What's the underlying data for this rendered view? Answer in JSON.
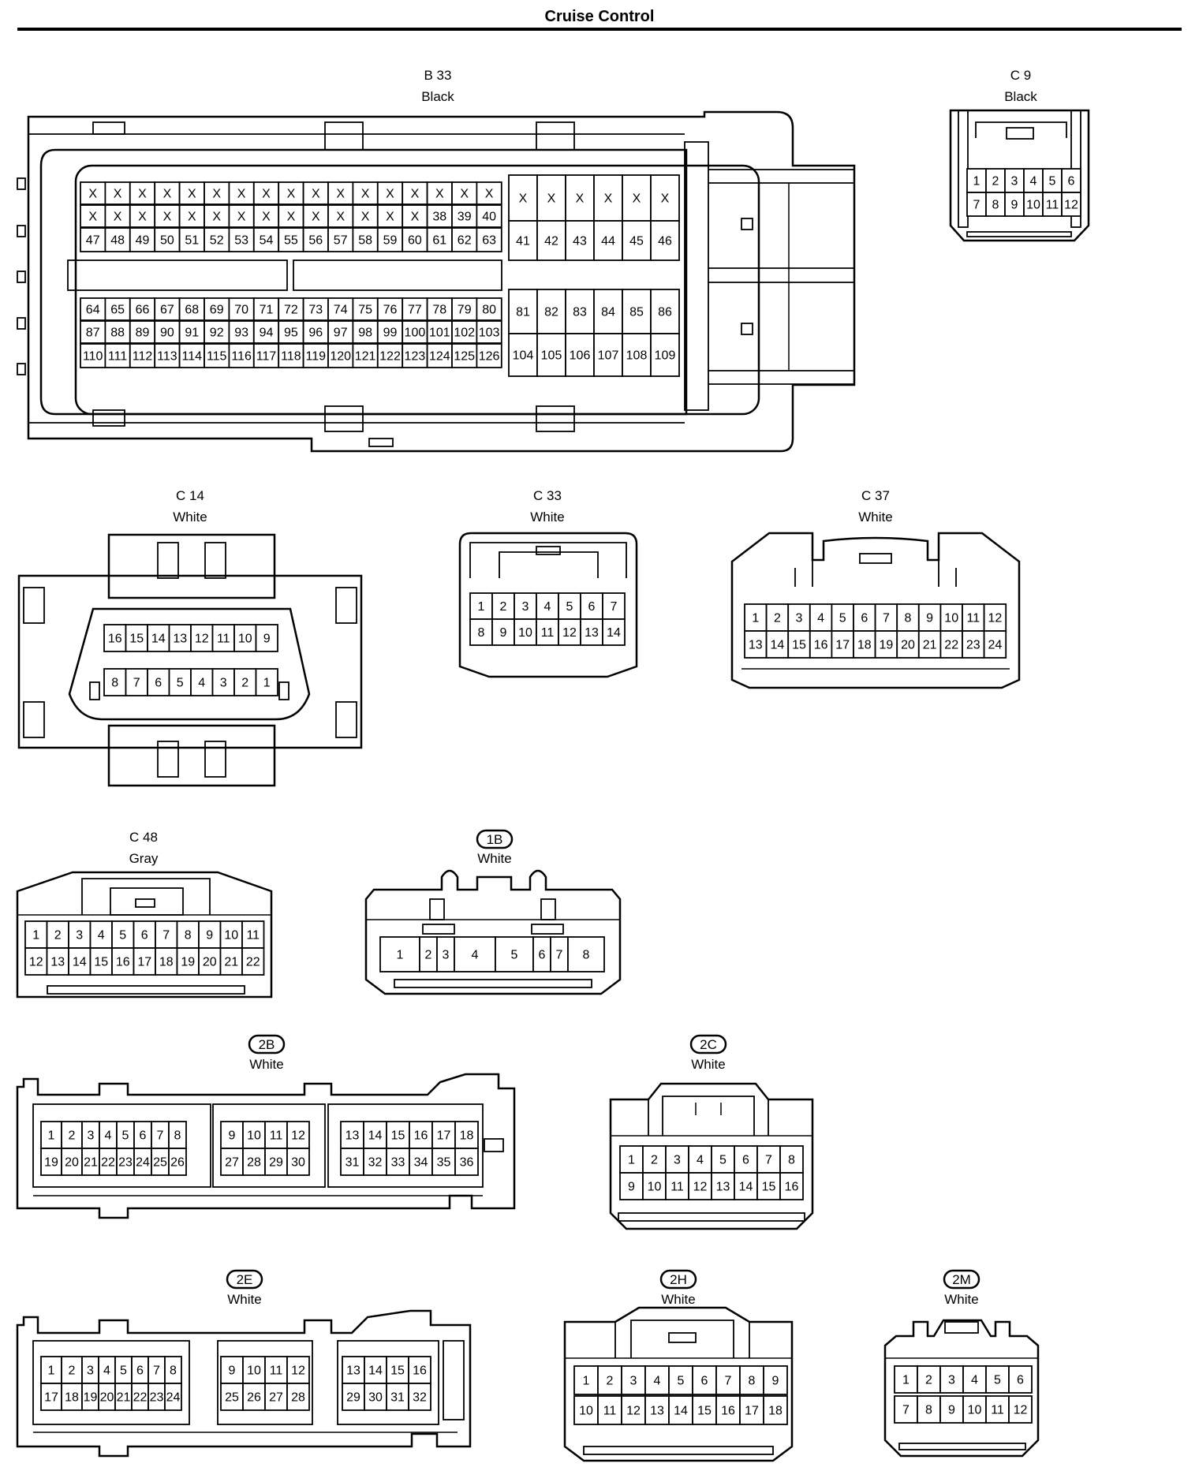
{
  "title": "Cruise Control",
  "connectors": {
    "b33": {
      "code": "B 33",
      "color": "Black",
      "r1": [
        "X",
        "X",
        "X",
        "X",
        "X",
        "X",
        "X",
        "X",
        "X",
        "X",
        "X",
        "X",
        "X",
        "X",
        "X",
        "X",
        "X"
      ],
      "r2": [
        "X",
        "X",
        "X",
        "X",
        "X",
        "X",
        "X",
        "X",
        "X",
        "X",
        "X",
        "X",
        "X",
        "X",
        "38",
        "39",
        "40"
      ],
      "r3": [
        "47",
        "48",
        "49",
        "50",
        "51",
        "52",
        "53",
        "54",
        "55",
        "56",
        "57",
        "58",
        "59",
        "60",
        "61",
        "62",
        "63"
      ],
      "r4": [
        "64",
        "65",
        "66",
        "67",
        "68",
        "69",
        "70",
        "71",
        "72",
        "73",
        "74",
        "75",
        "76",
        "77",
        "78",
        "79",
        "80"
      ],
      "r5": [
        "87",
        "88",
        "89",
        "90",
        "91",
        "92",
        "93",
        "94",
        "95",
        "96",
        "97",
        "98",
        "99",
        "100",
        "101",
        "102",
        "103"
      ],
      "r6": [
        "110",
        "111",
        "112",
        "113",
        "114",
        "115",
        "116",
        "117",
        "118",
        "119",
        "120",
        "121",
        "122",
        "123",
        "124",
        "125",
        "126"
      ],
      "rb1": [
        "X",
        "X",
        "X",
        "X",
        "X",
        "X"
      ],
      "rb2": [
        "41",
        "42",
        "43",
        "44",
        "45",
        "46"
      ],
      "rb3": [
        "81",
        "82",
        "83",
        "84",
        "85",
        "86"
      ],
      "rb4": [
        "104",
        "105",
        "106",
        "107",
        "108",
        "109"
      ]
    },
    "c9": {
      "code": "C 9",
      "color": "Black",
      "r1": [
        "1",
        "2",
        "3",
        "4",
        "5",
        "6"
      ],
      "r2": [
        "7",
        "8",
        "9",
        "10",
        "11",
        "12"
      ]
    },
    "c14": {
      "code": "C 14",
      "color": "White",
      "r1": [
        "16",
        "15",
        "14",
        "13",
        "12",
        "11",
        "10",
        "9"
      ],
      "r2": [
        "8",
        "7",
        "6",
        "5",
        "4",
        "3",
        "2",
        "1"
      ]
    },
    "c33": {
      "code": "C 33",
      "color": "White",
      "r1": [
        "1",
        "2",
        "3",
        "4",
        "5",
        "6",
        "7"
      ],
      "r2": [
        "8",
        "9",
        "10",
        "11",
        "12",
        "13",
        "14"
      ]
    },
    "c37": {
      "code": "C 37",
      "color": "White",
      "r1": [
        "1",
        "2",
        "3",
        "4",
        "5",
        "6",
        "7",
        "8",
        "9",
        "10",
        "11",
        "12"
      ],
      "r2": [
        "13",
        "14",
        "15",
        "16",
        "17",
        "18",
        "19",
        "20",
        "21",
        "22",
        "23",
        "24"
      ]
    },
    "c48": {
      "code": "C 48",
      "color": "Gray",
      "r1": [
        "1",
        "2",
        "3",
        "4",
        "5",
        "6",
        "7",
        "8",
        "9",
        "10",
        "11"
      ],
      "r2": [
        "12",
        "13",
        "14",
        "15",
        "16",
        "17",
        "18",
        "19",
        "20",
        "21",
        "22"
      ]
    },
    "c1b": {
      "code": "1B",
      "color": "White",
      "r1": [
        "1",
        "2",
        "3",
        "4",
        "5",
        "6",
        "7",
        "8"
      ]
    },
    "c2b": {
      "code": "2B",
      "color": "White",
      "g1r1": [
        "1",
        "2",
        "3",
        "4",
        "5",
        "6",
        "7",
        "8"
      ],
      "g1r2": [
        "19",
        "20",
        "21",
        "22",
        "23",
        "24",
        "25",
        "26"
      ],
      "g2r1": [
        "9",
        "10",
        "11",
        "12"
      ],
      "g2r2": [
        "27",
        "28",
        "29",
        "30"
      ],
      "g3r1": [
        "13",
        "14",
        "15",
        "16",
        "17",
        "18"
      ],
      "g3r2": [
        "31",
        "32",
        "33",
        "34",
        "35",
        "36"
      ]
    },
    "c2c": {
      "code": "2C",
      "color": "White",
      "r1": [
        "1",
        "2",
        "3",
        "4",
        "5",
        "6",
        "7",
        "8"
      ],
      "r2": [
        "9",
        "10",
        "11",
        "12",
        "13",
        "14",
        "15",
        "16"
      ]
    },
    "c2e": {
      "code": "2E",
      "color": "White",
      "g1r1": [
        "1",
        "2",
        "3",
        "4",
        "5",
        "6",
        "7",
        "8"
      ],
      "g1r2": [
        "17",
        "18",
        "19",
        "20",
        "21",
        "22",
        "23",
        "24"
      ],
      "g2r1": [
        "9",
        "10",
        "11",
        "12"
      ],
      "g2r2": [
        "25",
        "26",
        "27",
        "28"
      ],
      "g3r1": [
        "13",
        "14",
        "15",
        "16"
      ],
      "g3r2": [
        "29",
        "30",
        "31",
        "32"
      ]
    },
    "c2h": {
      "code": "2H",
      "color": "White",
      "r1": [
        "1",
        "2",
        "3",
        "4",
        "5",
        "6",
        "7",
        "8",
        "9"
      ],
      "r2": [
        "10",
        "11",
        "12",
        "13",
        "14",
        "15",
        "16",
        "17",
        "18"
      ]
    },
    "c2m": {
      "code": "2M",
      "color": "White",
      "r1": [
        "1",
        "2",
        "3",
        "4",
        "5",
        "6"
      ],
      "r2": [
        "7",
        "8",
        "9",
        "10",
        "11",
        "12"
      ]
    }
  }
}
